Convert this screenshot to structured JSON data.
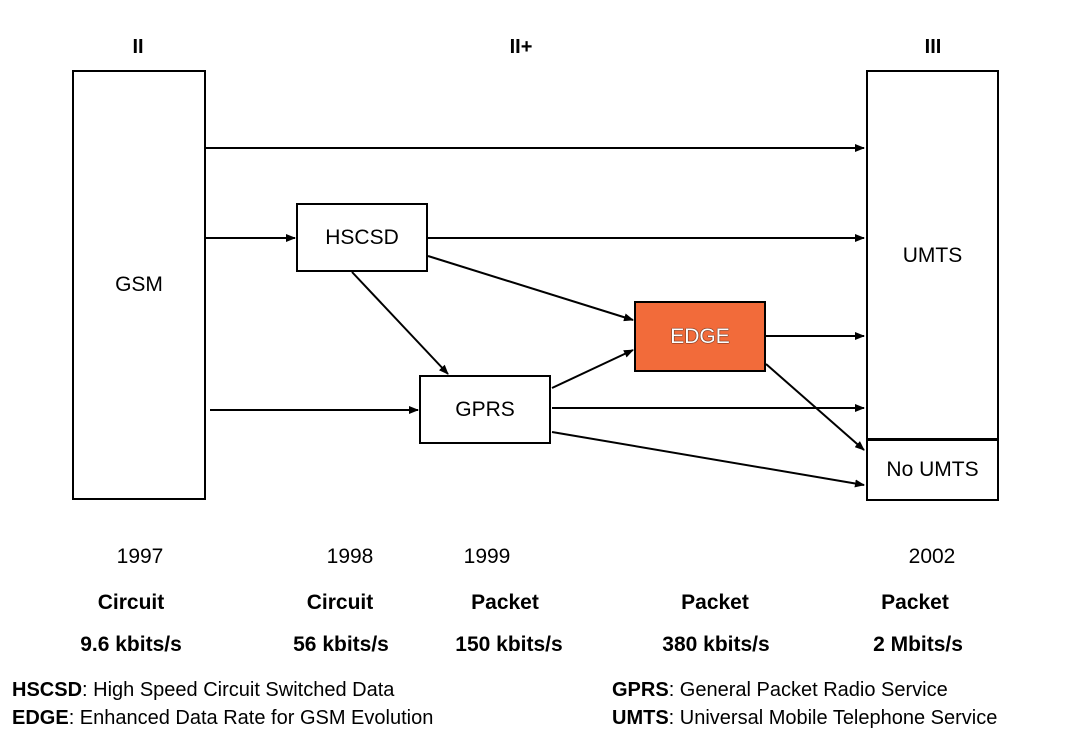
{
  "generations": {
    "g2": "II",
    "g2plus": "II+",
    "g3": "III"
  },
  "boxes": {
    "gsm": "GSM",
    "hscsd": "HSCSD",
    "gprs": "GPRS",
    "edge": "EDGE",
    "umts": "UMTS",
    "no_umts": "No UMTS"
  },
  "colors": {
    "edge_fill": "#F26B3A",
    "stroke": "#000000"
  },
  "timeline": [
    {
      "year": "1997",
      "mode": "Circuit",
      "rate": "9.6 kbits/s"
    },
    {
      "year": "1998",
      "mode": "Circuit",
      "rate": "56 kbits/s"
    },
    {
      "year": "1999",
      "mode": "Packet",
      "rate": "150 kbits/s"
    },
    {
      "year": "",
      "mode": "Packet",
      "rate": "380 kbits/s"
    },
    {
      "year": "2002",
      "mode": "Packet",
      "rate": "2 Mbits/s"
    }
  ],
  "legend": [
    {
      "abbr": "HSCSD",
      "text": ": High Speed Circuit Switched Data"
    },
    {
      "abbr": "EDGE",
      "text": ": Enhanced Data Rate for GSM Evolution"
    },
    {
      "abbr": "GPRS",
      "text": ": General Packet Radio Service"
    },
    {
      "abbr": "UMTS",
      "text": ": Universal Mobile Telephone Service"
    }
  ]
}
